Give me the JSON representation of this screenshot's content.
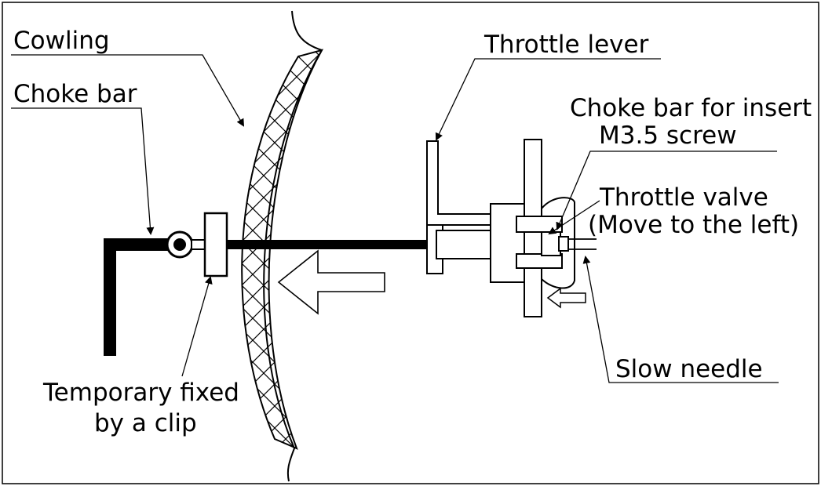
{
  "labels": {
    "cowling": "Cowling",
    "choke_bar": "Choke bar",
    "throttle_lever": "Throttle lever",
    "choke_insert_line1": "Choke bar for insert",
    "choke_insert_line2": "M3.5 screw",
    "throttle_valve_line1": "Throttle valve",
    "throttle_valve_line2": "(Move to the left)",
    "slow_needle": "Slow needle",
    "clip_line1": "Temporary fixed",
    "clip_line2": "by a clip"
  },
  "colors": {
    "ink": "#000000",
    "background": "#ffffff"
  }
}
